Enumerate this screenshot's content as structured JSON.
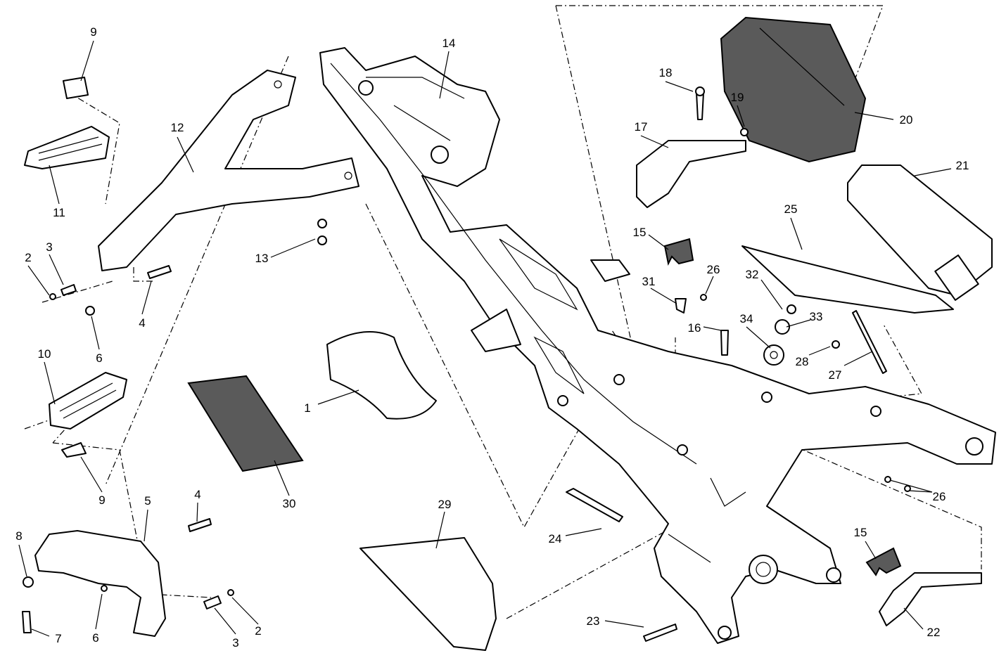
{
  "diagram": {
    "type": "exploded parts diagram",
    "callouts": [
      "9",
      "12",
      "14",
      "18",
      "19",
      "17",
      "20",
      "21",
      "25",
      "11",
      "2",
      "3",
      "13",
      "15",
      "31",
      "26",
      "32",
      "33",
      "16",
      "34",
      "28",
      "27",
      "4",
      "6",
      "10",
      "1",
      "30",
      "9",
      "5",
      "29",
      "26",
      "24",
      "4",
      "8",
      "15",
      "6",
      "7",
      "3",
      "2",
      "23",
      "22"
    ]
  }
}
